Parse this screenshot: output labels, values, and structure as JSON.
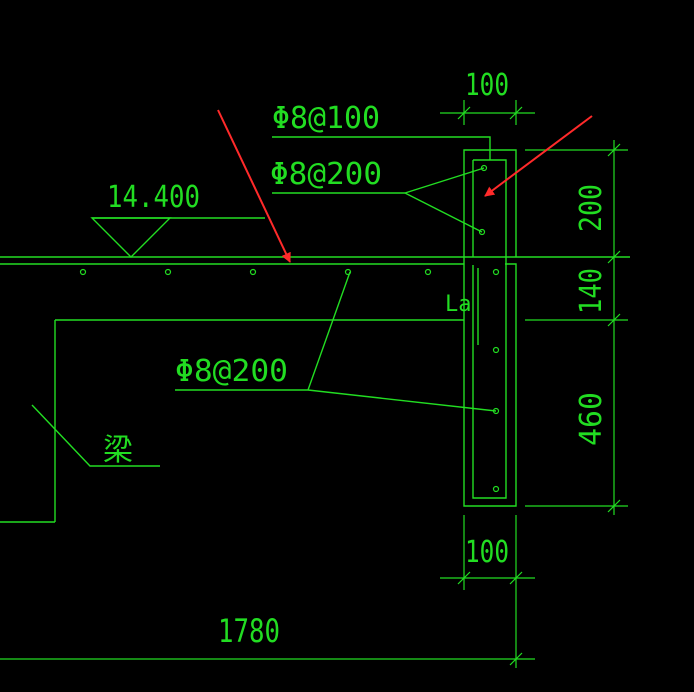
{
  "colors": {
    "background": "#000000",
    "line": "#22dd22",
    "annotation": "#ff2a2a"
  },
  "labels": {
    "elevation": "14.400",
    "rebar_top": "Φ8@100",
    "rebar_mid": "Φ8@200",
    "rebar_beam": "Φ8@200",
    "beam_char": "梁",
    "anchor": "La"
  },
  "dimensions": {
    "top_width": "100",
    "bottom_width": "100",
    "h1": "200",
    "h2": "140",
    "h3": "460",
    "span": "1780"
  }
}
